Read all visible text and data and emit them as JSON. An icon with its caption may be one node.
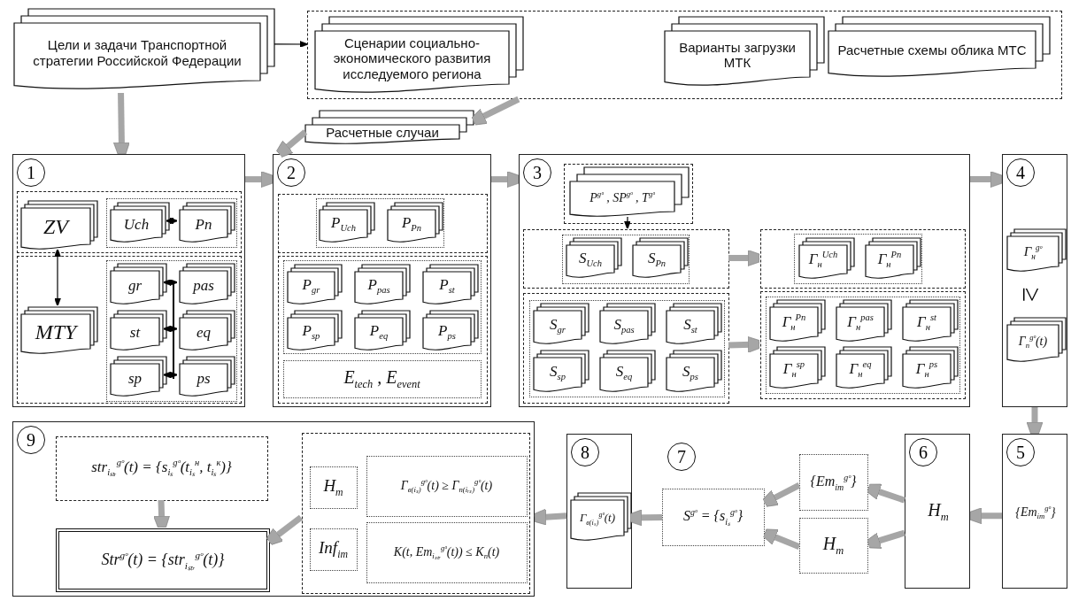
{
  "diagram": {
    "nodes": [
      {
        "text": [
          "Цели и задачи Транспортной стратегии Российской Федерации"
        ]
      },
      {
        "text": [],
        "shape": "box"
      },
      {
        "text": [
          "Сценарии социально-экономического развития исследуемого региона"
        ],
        "in": 1
      },
      {
        "text": [
          "Варианты загрузки МТК"
        ],
        "in": 1
      },
      {
        "text": [
          "Расчетные схемы облика МТС"
        ],
        "in": 1
      },
      {
        "text": [
          "Расчетные случаи"
        ]
      },
      {
        "text": [
          "1"
        ]
      },
      {
        "text": [],
        "shape": "box",
        "in": 6
      },
      {
        "text": [
          "ZV"
        ],
        "in": 7
      },
      {
        "text": [],
        "shape": "box",
        "in": 7
      },
      {
        "text": [
          "Uch"
        ],
        "in": 9
      },
      {
        "text": [
          "Pn"
        ],
        "in": 9
      },
      {
        "text": [],
        "shape": "box",
        "in": 6
      },
      {
        "text": [
          "MTY"
        ],
        "in": 12
      },
      {
        "text": [],
        "shape": "box",
        "in": 12
      },
      {
        "text": [
          "gr"
        ],
        "in": 14
      },
      {
        "text": [
          "pas"
        ],
        "in": 14
      },
      {
        "text": [
          "st"
        ],
        "in": 14
      },
      {
        "text": [
          "eq"
        ],
        "in": 14
      },
      {
        "text": [
          "sp"
        ],
        "in": 14
      },
      {
        "text": [
          "ps"
        ],
        "in": 14
      },
      {
        "text": [
          "2"
        ]
      },
      {
        "text": [],
        "shape": "box",
        "in": 21
      },
      {
        "text": [],
        "shape": "box",
        "in": 22
      },
      {
        "text": [
          "P$_{Uch}$"
        ],
        "in": 23
      },
      {
        "text": [
          "P$_{Pn}$"
        ],
        "in": 23
      },
      {
        "text": [],
        "shape": "box",
        "in": 21
      },
      {
        "text": [],
        "shape": "box",
        "in": 26
      },
      {
        "text": [
          "P$_{gr}$"
        ],
        "in": 27
      },
      {
        "text": [
          "P$_{pas}$"
        ],
        "in": 27
      },
      {
        "text": [
          "P$_{st}$"
        ],
        "in": 27
      },
      {
        "text": [
          "P$_{sp}$"
        ],
        "in": 27
      },
      {
        "text": [
          "P$_{eq}$"
        ],
        "in": 27
      },
      {
        "text": [
          "P$_{ps}$"
        ],
        "in": 27
      },
      {
        "text": [
          "E$_{tech}$ , E$_{event}$"
        ],
        "in": 26
      },
      {
        "text": [
          "3"
        ]
      },
      {
        "text": [],
        "shape": "box",
        "in": 35
      },
      {
        "text": [
          "P$^{gᵒ}$ , SP$^{gᵒ}$ , T$^{gᵒ}$"
        ],
        "in": 36
      },
      {
        "text": [],
        "shape": "box",
        "in": 35
      },
      {
        "text": [],
        "shape": "box",
        "in": 38
      },
      {
        "text": [
          "S$_{Uch}$"
        ],
        "in": 39
      },
      {
        "text": [
          "S$_{Pn}$"
        ],
        "in": 39
      },
      {
        "text": [],
        "shape": "box",
        "in": 35
      },
      {
        "text": [],
        "shape": "box",
        "in": 42
      },
      {
        "text": [
          "S$_{gr}$"
        ],
        "in": 43
      },
      {
        "text": [
          "S$_{pas}$"
        ],
        "in": 43
      },
      {
        "text": [
          "S$_{st}$"
        ],
        "in": 43
      },
      {
        "text": [
          "S$_{sp}$"
        ],
        "in": 43
      },
      {
        "text": [
          "S$_{eq}$"
        ],
        "in": 43
      },
      {
        "text": [
          "S$_{ps}$"
        ],
        "in": 43
      },
      {
        "text": [],
        "shape": "box",
        "in": 35
      },
      {
        "text": [],
        "shape": "box",
        "in": 50
      },
      {
        "text": [
          "Γ$_{н}$$^{Uch}$"
        ],
        "in": 51
      },
      {
        "text": [
          "Γ$_{н}$$^{Pn}$"
        ],
        "in": 51
      },
      {
        "text": [],
        "shape": "box",
        "in": 35
      },
      {
        "text": [],
        "shape": "box",
        "in": 54
      },
      {
        "text": [
          "Γ$_{н}$$^{Pn}$"
        ],
        "in": 55
      },
      {
        "text": [
          "Γ$_{н}$$^{pas}$"
        ],
        "in": 55
      },
      {
        "text": [
          "Γ$_{н}$$^{st}$"
        ],
        "in": 55
      },
      {
        "text": [
          "Γ$_{н}$$^{sp}$"
        ],
        "in": 55
      },
      {
        "text": [
          "Γ$_{н}$$^{eq}$"
        ],
        "in": 55
      },
      {
        "text": [
          "Γ$_{н}$$^{ps}$"
        ],
        "in": 55
      },
      {
        "text": [
          "4"
        ]
      },
      {
        "text": [
          "Γ$_{н}$$^{gᵒ}$"
        ],
        "in": 62
      },
      {
        "text": [
          "Γ$_{п}$$^{gᵒ}$(t)"
        ],
        "in": 62
      },
      {
        "text": [
          "5",
          "{Em$_{im}$$^{gᵒ}$}"
        ]
      },
      {
        "text": [
          "6",
          "H$_{m}$"
        ]
      },
      {
        "text": [
          "{Em$_{im}$$^{gᵒ}$}"
        ]
      },
      {
        "text": [
          "H$_{m}$"
        ]
      },
      {
        "text": [
          "S$^{gᵒ}$ = {s$_{iₛ}$$^{gᵒ}$}"
        ]
      },
      {
        "text": [
          "8"
        ]
      },
      {
        "text": [
          "Γ$_{в(iₛ)}$$^{gᵒ}$(t)"
        ],
        "in": 70
      },
      {
        "text": [
          "9"
        ]
      },
      {
        "text": [
          "str$_{iₛₜᵣ}$$^{gᵒ}$(t) = {s$_{iₛ}$$^{gᵒ}$(t$_{iₛ}$$^{н}$, t$_{iₛ}$$^{к}$)}"
        ],
        "in": 72
      },
      {
        "text": [
          "Str$^{gᵒ}$(t) = {str$_{iₛₜᵣ}$$^{gᵒ}$(t)}"
        ],
        "in": 72
      },
      {
        "text": [],
        "shape": "box",
        "in": 72
      },
      {
        "text": [
          "H$_{m}$"
        ],
        "in": 75
      },
      {
        "text": [
          "Γ$_{в(iₛ)}$$^{gᵒ}$(t) ≥ Γ$_{п(iᵣₛ)}$$^{gᵒ}$(t)"
        ],
        "in": 75
      },
      {
        "text": [
          "Inf$_{im}$"
        ],
        "in": 75
      },
      {
        "text": [
          "K(t, Em$_{iₛₜᵣ}$$^{gᵒ}$(t)) ≤ K$_{п}$(t)"
        ],
        "in": 75
      },
      {
        "text": [],
        "shape": "bar",
        "in": 14
      }
    ],
    "edges": [
      {
        "from": 0,
        "to": 1,
        "arrow": "to",
        "color": "#000000"
      },
      {
        "from": 0,
        "to": 6,
        "arrow": "to"
      },
      {
        "from": 1,
        "to": 5,
        "arrow": "to"
      },
      {
        "from": 5,
        "to": 21,
        "arrow": "to"
      },
      {
        "from": 6,
        "to": 21,
        "arrow": "to"
      },
      {
        "from": 10,
        "to": 11,
        "arrow": "both",
        "color": "#000000"
      },
      {
        "from": 8,
        "to": 13,
        "arrow": "both",
        "color": "#000000"
      },
      {
        "from": 15,
        "to": 16,
        "arrow": "both",
        "color": "#000000"
      },
      {
        "from": 17,
        "to": 18,
        "arrow": "both",
        "color": "#000000"
      },
      {
        "from": 19,
        "to": 20,
        "arrow": "both",
        "color": "#000000"
      },
      {
        "from": 21,
        "to": 35,
        "arrow": "to"
      },
      {
        "from": 37,
        "to": 38,
        "arrow": "to",
        "color": "#000000"
      },
      {
        "from": 38,
        "to": 50,
        "arrow": "to"
      },
      {
        "from": 42,
        "to": 54,
        "arrow": "to"
      },
      {
        "from": 35,
        "to": 62,
        "arrow": "to"
      },
      {
        "from": 62,
        "to": 65,
        "arrow": "to"
      },
      {
        "from": 65,
        "to": 66,
        "arrow": "to"
      },
      {
        "from": 66,
        "to": 67,
        "arrow": "to"
      },
      {
        "from": 66,
        "to": 68,
        "arrow": "to"
      },
      {
        "from": 67,
        "to": 69,
        "arrow": "to"
      },
      {
        "from": 68,
        "to": 69,
        "arrow": "to"
      },
      {
        "from": 69,
        "to": 71,
        "arrow": "to"
      },
      {
        "from": 70,
        "to": 72,
        "arrow": "to"
      },
      {
        "from": 75,
        "to": 74,
        "arrow": "to"
      },
      {
        "from": 73,
        "to": 74,
        "arrow": "to"
      }
    ],
    "labels": [
      "7",
      "≥"
    ]
  }
}
